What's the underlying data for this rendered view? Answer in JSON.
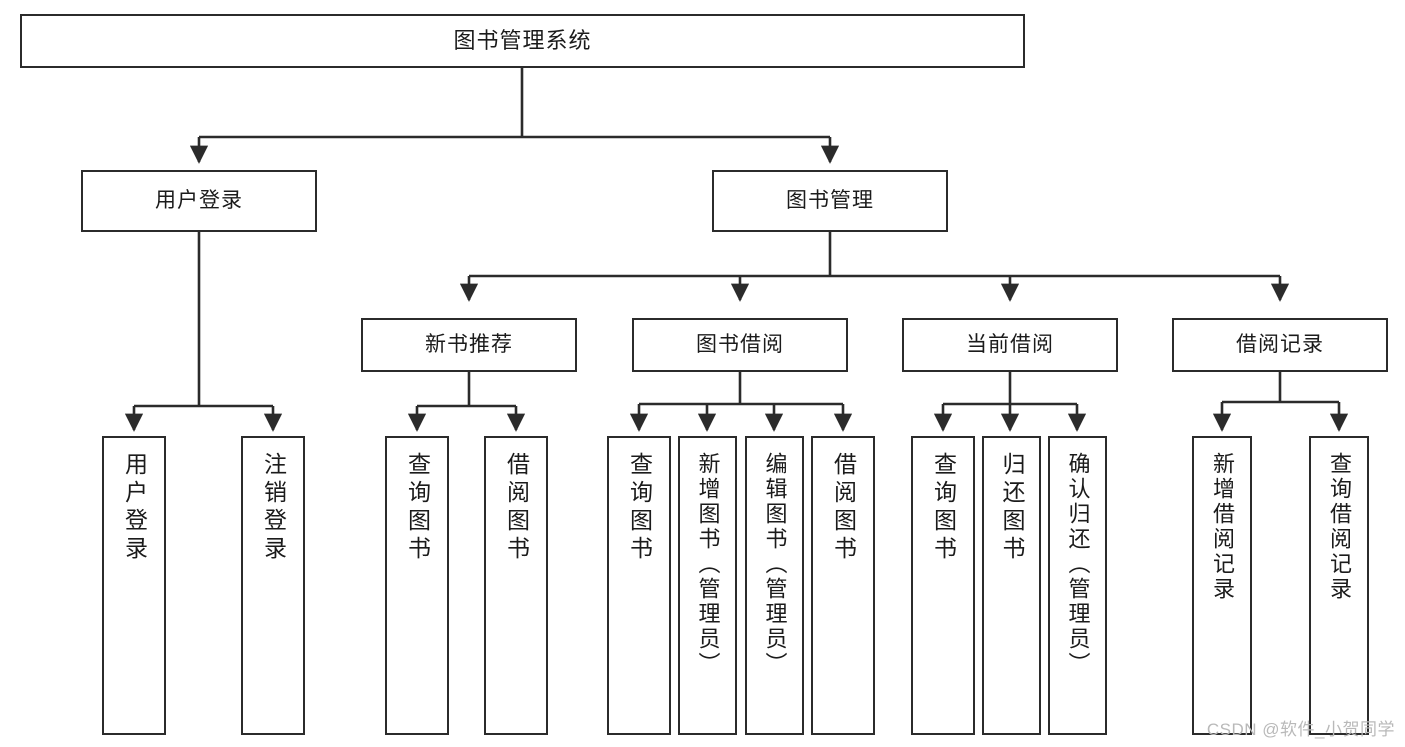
{
  "diagram": {
    "title": "图书管理系统",
    "type": "tree-hierarchy-diagram",
    "watermark": "CSDN @软件_小贺同学",
    "colors": {
      "stroke": "#2b2b2b",
      "fill": "#ffffff",
      "text": "#1b1b1b",
      "watermark": "#b9b9b9"
    },
    "nodes": {
      "root": {
        "label": "图书管理系统"
      },
      "level1": [
        {
          "label": "用户登录"
        },
        {
          "label": "图书管理"
        }
      ],
      "level2": [
        {
          "label": "新书推荐"
        },
        {
          "label": "图书借阅"
        },
        {
          "label": "当前借阅"
        },
        {
          "label": "借阅记录"
        }
      ],
      "leaves": {
        "user_login": [
          {
            "label": "用户登录"
          },
          {
            "label": "注销登录"
          }
        ],
        "new_book_recommend": [
          {
            "label": "查询图书"
          },
          {
            "label": "借阅图书"
          }
        ],
        "book_borrow": [
          {
            "label": "查询图书"
          },
          {
            "label": "新增图书（管理员）"
          },
          {
            "label": "编辑图书（管理员）"
          },
          {
            "label": "借阅图书"
          }
        ],
        "current_borrow": [
          {
            "label": "查询图书"
          },
          {
            "label": "归还图书"
          },
          {
            "label": "确认归还（管理员）"
          }
        ],
        "borrow_record": [
          {
            "label": "新增借阅记录"
          },
          {
            "label": "查询借阅记录"
          }
        ]
      }
    }
  }
}
